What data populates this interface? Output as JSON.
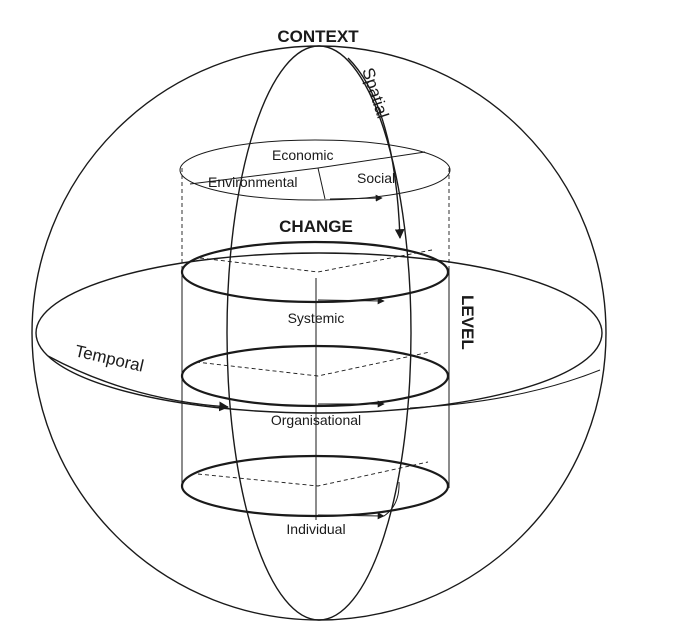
{
  "labels": {
    "context": "CONTEXT",
    "spatial": "Spatial",
    "economic": "Economic",
    "environmental": "Environmental",
    "social": "Social",
    "change": "CHANGE",
    "level": "LEVEL",
    "systemic": "Systemic",
    "temporal": "Temporal",
    "organisational": "Organisational",
    "individual": "Individual"
  },
  "colors": {
    "ink": "#1a1a1a",
    "background": "#ffffff"
  }
}
